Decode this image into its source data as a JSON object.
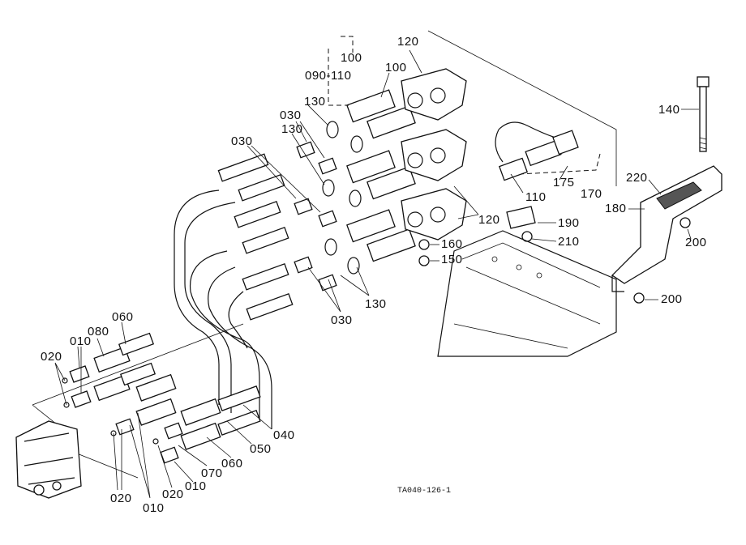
{
  "callouts": {
    "c120_top": "120",
    "c100_top": "100",
    "c090_110": "090-110",
    "c100_a": "100",
    "c130_a": "130",
    "c030_a": "030",
    "c130_b": "130",
    "c030_b": "030",
    "c140": "140",
    "c220": "220",
    "c180": "180",
    "c175": "175",
    "c170": "170",
    "c110": "110",
    "c120_mid": "120",
    "c190": "190",
    "c210": "210",
    "c200_a": "200",
    "c160": "160",
    "c150": "150",
    "c200_b": "200",
    "c130_c": "130",
    "c030_c": "030",
    "c060_a": "060",
    "c010_a": "010",
    "c080": "080",
    "c020_a": "020",
    "c040": "040",
    "c050": "050",
    "c060_b": "060",
    "c070": "070",
    "c010_b": "010",
    "c020_b": "020",
    "c010_c": "010",
    "c020_c": "020"
  },
  "drawing_code": "TA040-126-1"
}
